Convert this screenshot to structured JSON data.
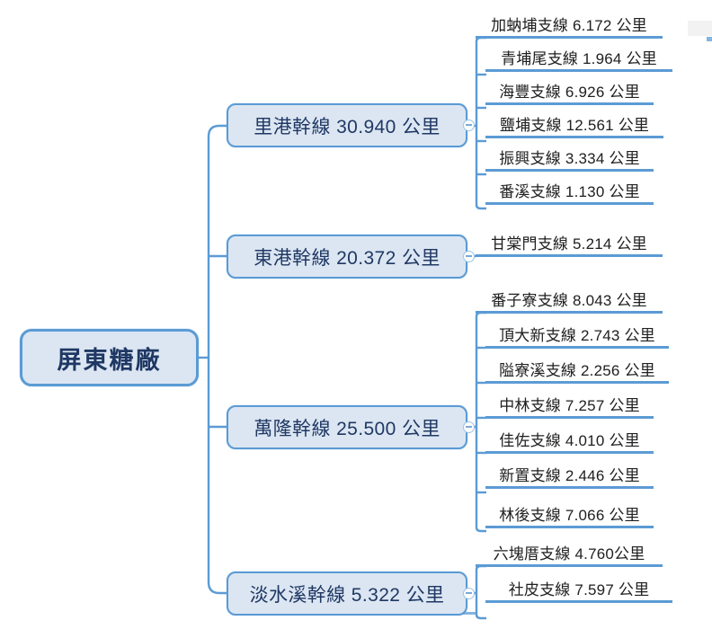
{
  "diagram": {
    "type": "mindmap",
    "title_node": "屏東糖廠",
    "unit_label": "公里",
    "colors": {
      "node_fill": "#dce6f2",
      "node_border": "#5b9bd5",
      "connector": "#5b9bd5",
      "leaf_underline": "#5b9bd5",
      "root_text": "#1f3864",
      "leaf_text": "#202020",
      "background": "#ffffff"
    },
    "root": {
      "label": "屏東糖廠"
    },
    "branches": [
      {
        "label": "里港幹線 30.940 公里",
        "name": "里港幹線",
        "length_km": 30.94,
        "collapse_state": "expanded",
        "children": [
          {
            "label": "加蚋埔支線 6.172 公里",
            "name": "加蚋埔支線",
            "length_km": 6.172
          },
          {
            "label": "青埔尾支線 1.964 公里",
            "name": "青埔尾支線",
            "length_km": 1.964
          },
          {
            "label": "海豐支線 6.926 公里",
            "name": "海豐支線",
            "length_km": 6.926
          },
          {
            "label": "鹽埔支線 12.561 公里",
            "name": "鹽埔支線",
            "length_km": 12.561
          },
          {
            "label": "振興支線 3.334 公里",
            "name": "振興支線",
            "length_km": 3.334
          },
          {
            "label": "番溪支線 1.130 公里",
            "name": "番溪支線",
            "length_km": 1.13
          }
        ]
      },
      {
        "label": "東港幹線 20.372 公里",
        "name": "東港幹線",
        "length_km": 20.372,
        "collapse_state": "expanded",
        "children": [
          {
            "label": "甘棠門支線 5.214 公里",
            "name": "甘棠門支線",
            "length_km": 5.214
          }
        ]
      },
      {
        "label": "萬隆幹線 25.500 公里",
        "name": "萬隆幹線",
        "length_km": 25.5,
        "collapse_state": "expanded",
        "children": [
          {
            "label": "番子寮支線 8.043 公里",
            "name": "番子寮支線",
            "length_km": 8.043
          },
          {
            "label": "頂大新支線 2.743 公里",
            "name": "頂大新支線",
            "length_km": 2.743
          },
          {
            "label": "隘寮溪支線 2.256 公里",
            "name": "隘寮溪支線",
            "length_km": 2.256
          },
          {
            "label": "中林支線 7.257 公里",
            "name": "中林支線",
            "length_km": 7.257
          },
          {
            "label": "佳佐支線 4.010 公里",
            "name": "佳佐支線",
            "length_km": 4.01
          },
          {
            "label": "新置支線 2.446 公里",
            "name": "新置支線",
            "length_km": 2.446
          },
          {
            "label": "林後支線 7.066 公里",
            "name": "林後支線",
            "length_km": 7.066
          }
        ]
      },
      {
        "label": "淡水溪幹線 5.322 公里",
        "name": "淡水溪幹線",
        "length_km": 5.322,
        "collapse_state": "expanded",
        "children": [
          {
            "label": "六塊厝支線 4.760公里",
            "name": "六塊厝支線",
            "length_km": 4.76
          },
          {
            "label": "社皮支線 7.597 公里",
            "name": "社皮支線",
            "length_km": 7.597
          }
        ]
      }
    ]
  }
}
